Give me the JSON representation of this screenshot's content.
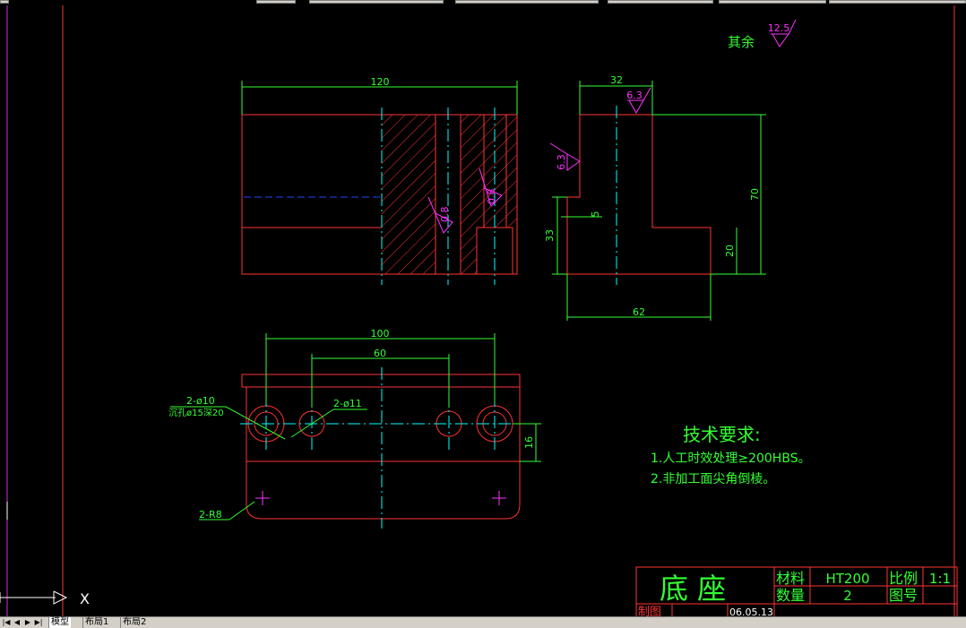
{
  "drawing": {
    "title": "底 座",
    "material_label": "材料",
    "material_value": "HT200",
    "scale_label": "比例",
    "scale_value": "1:1",
    "qty_label": "数量",
    "qty_value": "2",
    "drawing_no_label": "图号",
    "drawn_label": "制图",
    "date": "06.05.13"
  },
  "dimensions": {
    "front_width": "120",
    "side_width": "32",
    "side_base": "62",
    "side_height": "70",
    "side_step": "33",
    "side_step_right": "20",
    "side_small": "5",
    "top_outer": "100",
    "top_inner": "60",
    "top_offset": "16"
  },
  "roughness": {
    "other": "其余",
    "other_value": "12.5",
    "side_top": "6.3",
    "side_left": "6.3",
    "front_a": "0.8",
    "front_b": "0.8"
  },
  "callouts": {
    "hole1": "2-ø10",
    "hole1_sub": "沉孔ø15深20",
    "hole2": "2-ø11",
    "radius": "2-R8"
  },
  "notes": {
    "heading": "技术要求:",
    "item1": "1.人工时效处理≥200HBS。",
    "item2": "2.非加工面尖角倒棱。"
  },
  "ucs": {
    "x_label": "X"
  },
  "tabs": [
    "模型",
    "布局1",
    "布局2"
  ],
  "colors": {
    "background": "#000000",
    "object": "#ff3333",
    "dimension": "#33ff33",
    "centerline": "#00ffff",
    "roughness": "#ff33ff",
    "hidden": "#2244ff"
  }
}
